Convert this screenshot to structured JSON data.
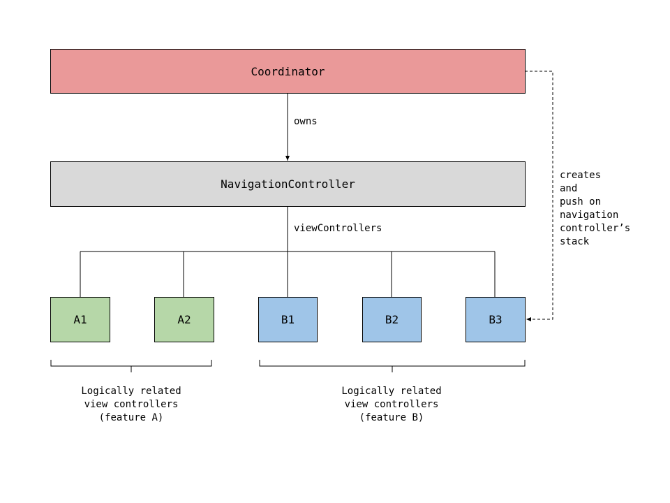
{
  "nodes": {
    "coordinator": {
      "label": "Coordinator",
      "color": "#ea9999"
    },
    "navigation_controller": {
      "label": "NavigationController",
      "color": "#d9d9d9"
    },
    "a1": {
      "label": "A1",
      "color": "#b6d7a8"
    },
    "a2": {
      "label": "A2",
      "color": "#b6d7a8"
    },
    "b1": {
      "label": "B1",
      "color": "#9fc5e8"
    },
    "b2": {
      "label": "B2",
      "color": "#9fc5e8"
    },
    "b3": {
      "label": "B3",
      "color": "#9fc5e8"
    }
  },
  "edges": {
    "owns": "owns",
    "view_controllers": "viewControllers",
    "creates": "creates\nand\npush on\nnavigation\ncontroller’s\nstack"
  },
  "groups": {
    "feature_a": "Logically related\nview controllers\n(feature A)",
    "feature_b": "Logically related\nview controllers\n(feature B)"
  }
}
